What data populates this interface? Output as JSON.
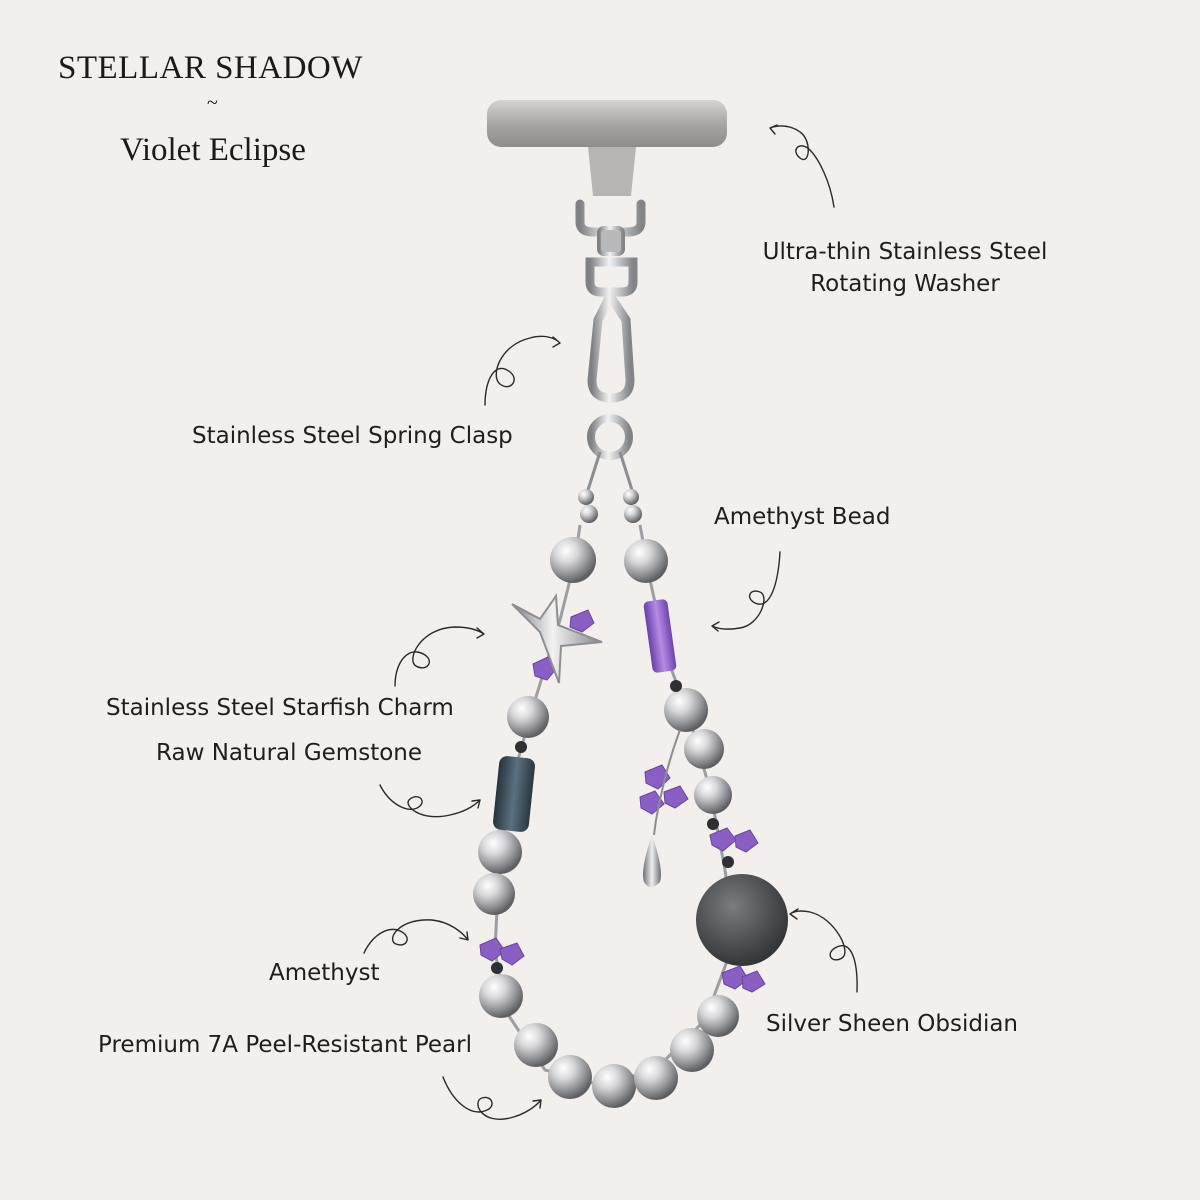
{
  "title": {
    "line1": "STELLAR SHADOW",
    "separator": "~",
    "line2": "Violet Eclipse"
  },
  "labels": {
    "washer_line1": "Ultra-thin Stainless Steel",
    "washer_line2": "Rotating Washer",
    "clasp": "Stainless Steel Spring Clasp",
    "amethyst_bead": "Amethyst Bead",
    "starfish": "Stainless Steel Starfish Charm",
    "gemstone": "Raw Natural Gemstone",
    "amethyst": "Amethyst",
    "pearl": "Premium 7A Peel-Resistant Pearl",
    "obsidian": "Silver Sheen Obsidian"
  },
  "colors": {
    "background": "#f2efec",
    "steel": "#c9c9cb",
    "amethyst": "#8a5fc4",
    "obsidian": "#4e5054",
    "gemstone": "#3f5460"
  }
}
